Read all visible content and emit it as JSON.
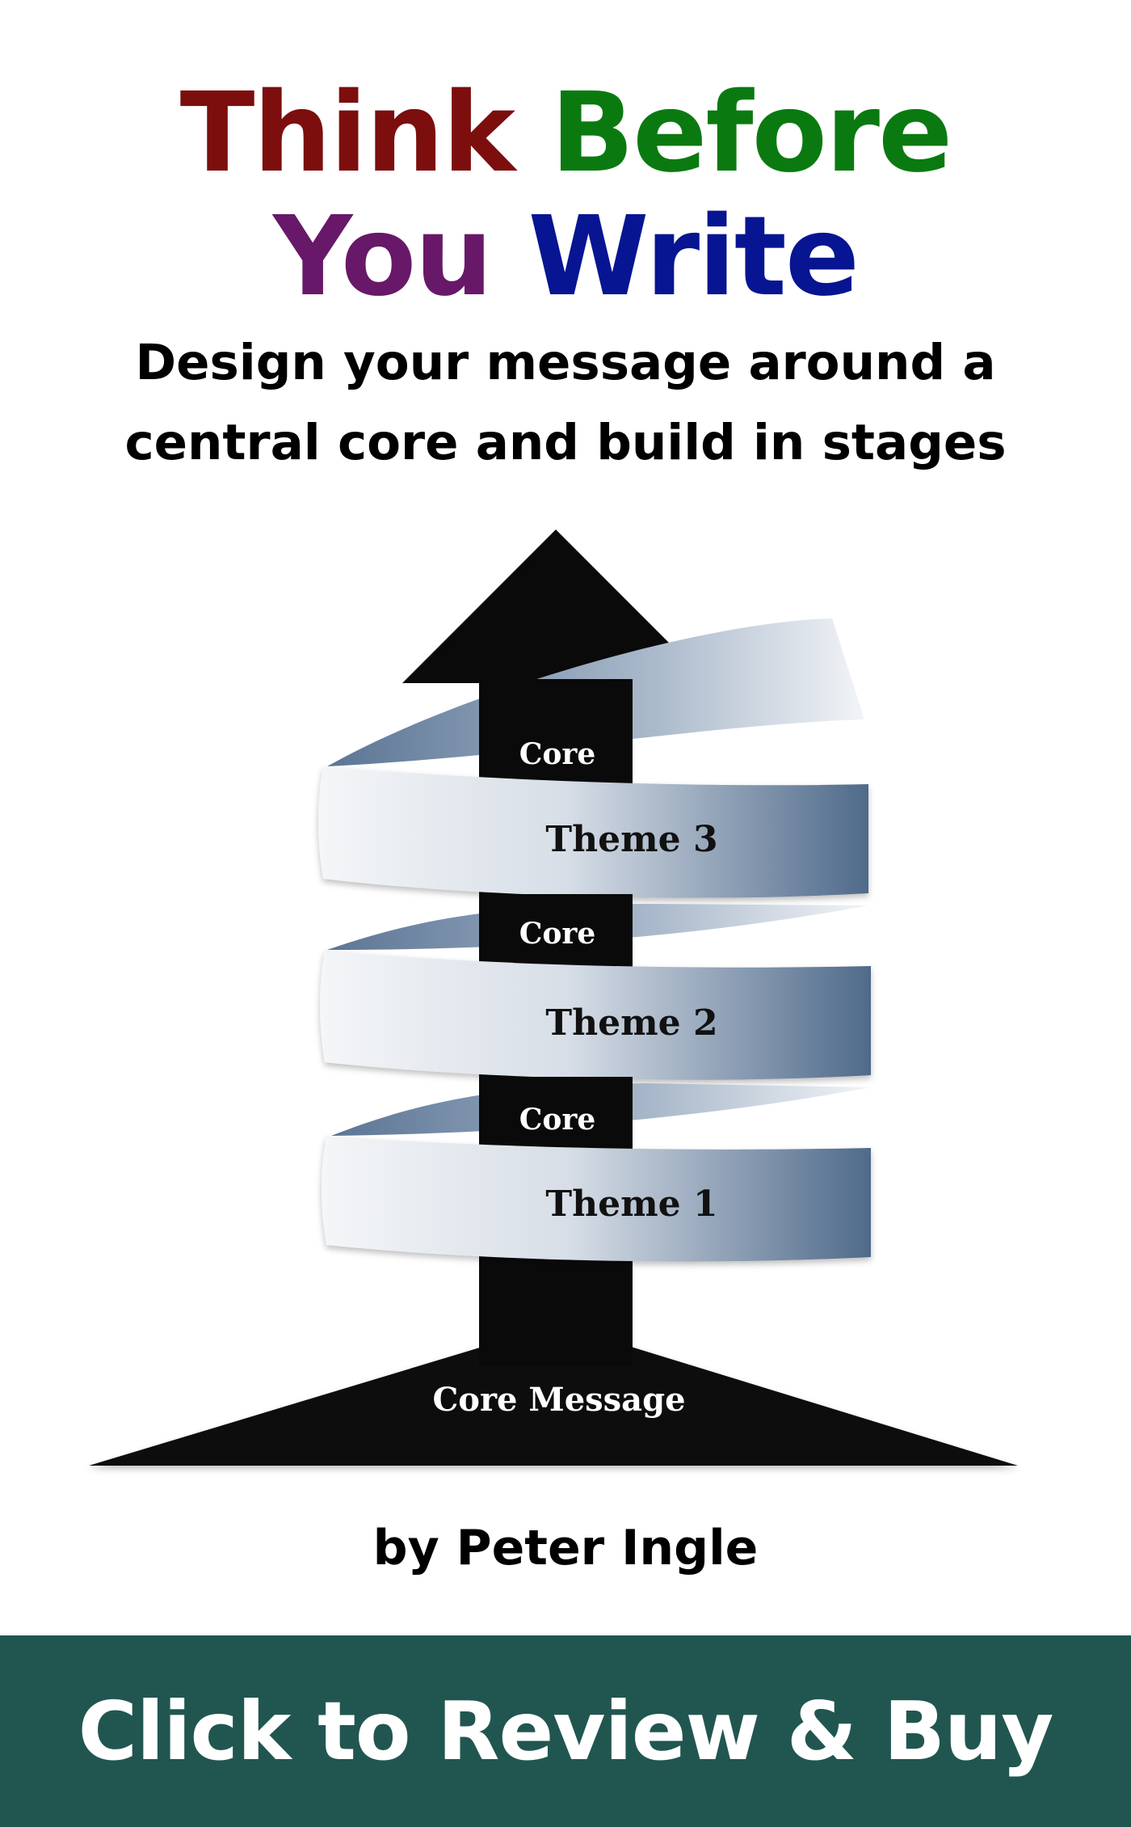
{
  "title": {
    "line1": [
      {
        "text": "Think ",
        "color": "#7c0e0e"
      },
      {
        "text": "Before",
        "color": "#0a7a10"
      }
    ],
    "line2": [
      {
        "text": "You ",
        "color": "#681868"
      },
      {
        "text": "Write",
        "color": "#071592"
      }
    ]
  },
  "subtitle": {
    "line1": "Design your message around a",
    "line2": "central core and build in stages"
  },
  "diagram": {
    "labels": {
      "core_top": "Core",
      "theme3": "Theme 3",
      "core_mid": "Core",
      "theme2": "Theme 2",
      "core_low": "Core",
      "theme1": "Theme 1",
      "core_message": "Core Message"
    },
    "colors": {
      "shaft": "#0a0a0a",
      "ribbon_light": "#f4f6f8",
      "ribbon_dark": "#4f6a8a",
      "label_on_dark": "#ffffff",
      "label_on_ribbon": "#111111"
    }
  },
  "author": "by Peter Ingle",
  "buy_button": {
    "label": "Click to Review & Buy",
    "background": "#215650",
    "text_color": "#ffffff"
  }
}
